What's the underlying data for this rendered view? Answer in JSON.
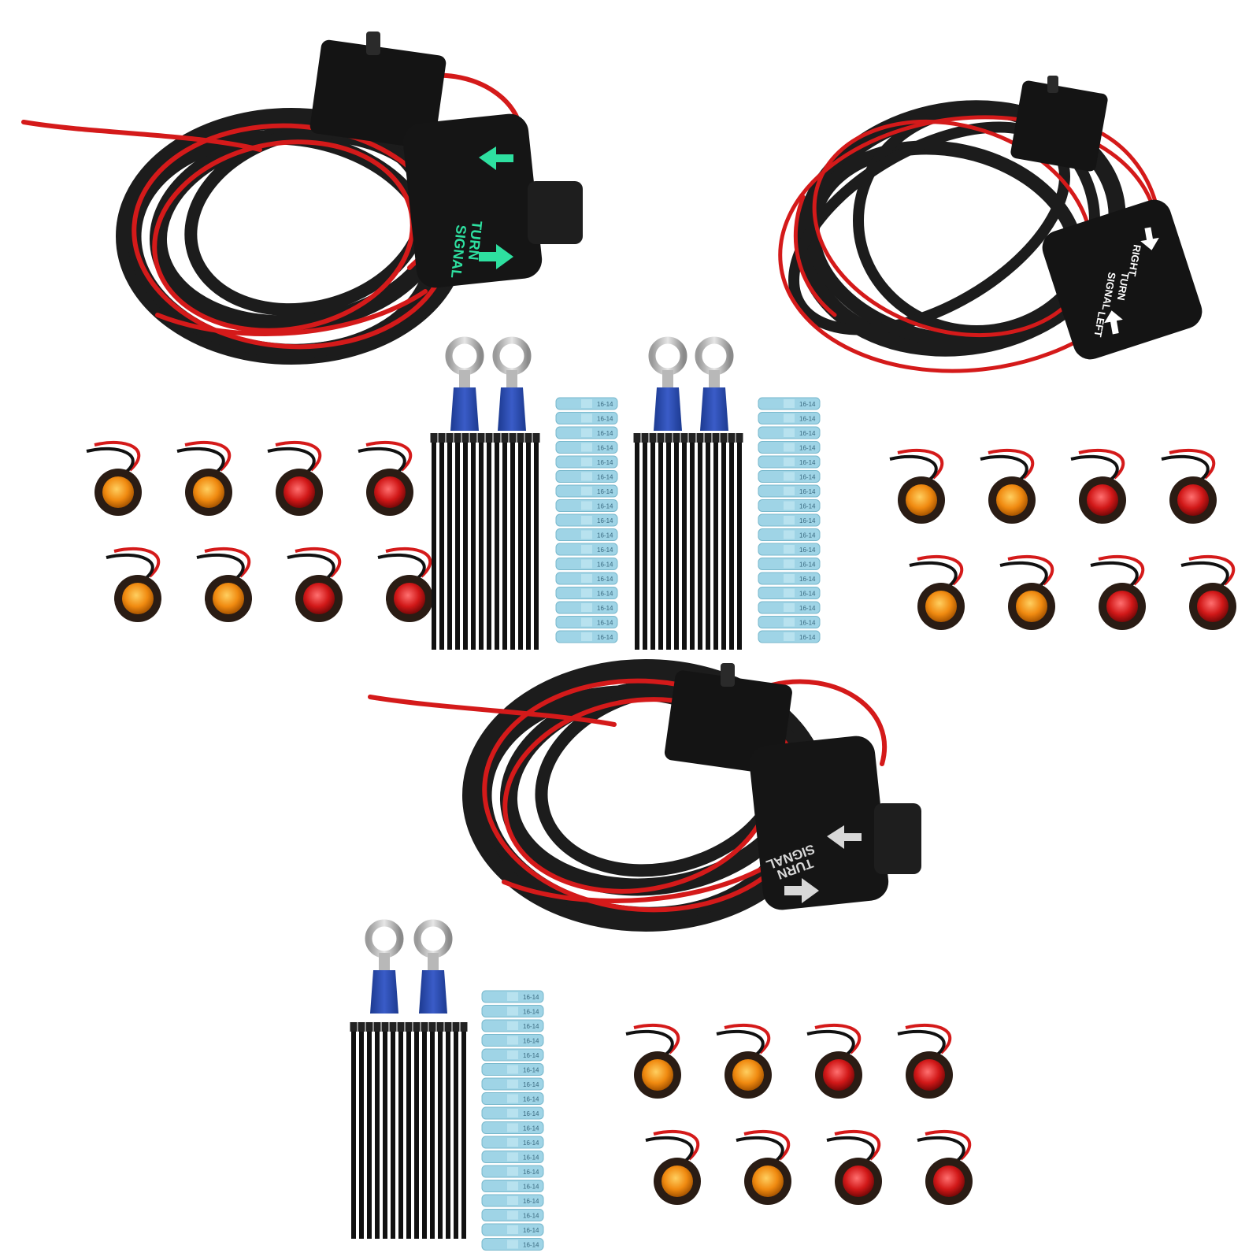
{
  "kits": [
    {
      "id": "kit-top-left",
      "switch_text_1": "TURN",
      "switch_text_2": "SIGNAL",
      "arrow_color": "#2ee0a0"
    },
    {
      "id": "kit-top-right",
      "switch_text_1": "TURN",
      "switch_text_2": "SIGNAL",
      "switch_text_3": "LEFT",
      "switch_text_4": "RIGHT",
      "arrow_color": "#ffffff"
    },
    {
      "id": "kit-bottom",
      "switch_text_1": "TURN",
      "switch_text_2": "SIGNAL",
      "arrow_color": "#d8d8d8"
    }
  ],
  "connector_label": "16-14",
  "colors": {
    "harness": "#1c1c1c",
    "wire_red": "#d41a1a",
    "amber_led": "#f08a10",
    "red_led": "#d11818",
    "ring_terminal_blue": "#2a4aa8",
    "heat_shrink_blue": "#9fd4e6",
    "cable_tie": "#111111"
  },
  "light_groups": [
    {
      "id": "lights-left",
      "pattern": [
        "amber",
        "amber",
        "red",
        "red",
        "amber",
        "amber",
        "red",
        "red"
      ]
    },
    {
      "id": "lights-right",
      "pattern": [
        "amber",
        "amber",
        "red",
        "red",
        "amber",
        "amber",
        "red",
        "red"
      ]
    },
    {
      "id": "lights-bottom",
      "pattern": [
        "amber",
        "amber",
        "red",
        "red",
        "amber",
        "amber",
        "red",
        "red"
      ]
    }
  ]
}
